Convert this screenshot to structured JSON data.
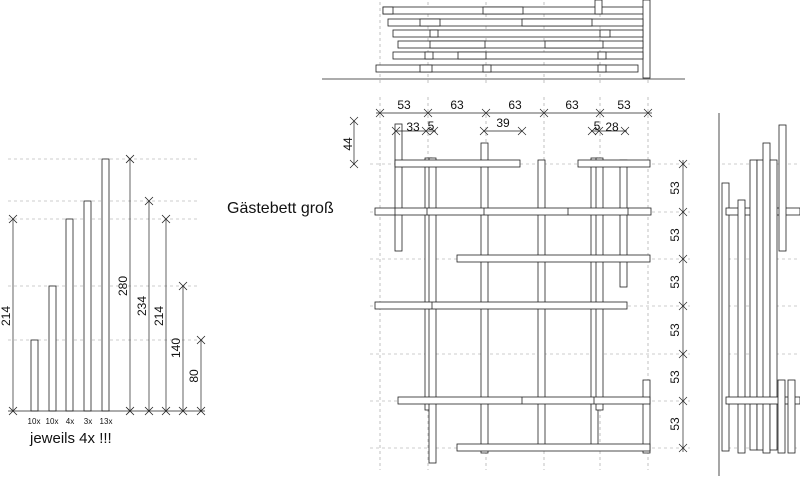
{
  "texts": {
    "title": "Gästebett groß",
    "remark": "jeweils 4x !!!"
  },
  "lengths": {
    "values": [
      "214",
      "280",
      "234",
      "214",
      "140",
      "80"
    ],
    "counts": [
      "10x",
      "10x",
      "4x",
      "3x",
      "13x"
    ]
  },
  "plan": {
    "top_dims": [
      "53",
      "63",
      "63",
      "63",
      "53"
    ],
    "detail_dims": [
      "33",
      "5",
      "39",
      "5",
      "28"
    ],
    "left_dim": "44",
    "right_dims": [
      "53",
      "53",
      "53",
      "53",
      "53",
      "53"
    ]
  },
  "colors": {
    "line": "#222222",
    "guide": "#9a9a9a"
  }
}
